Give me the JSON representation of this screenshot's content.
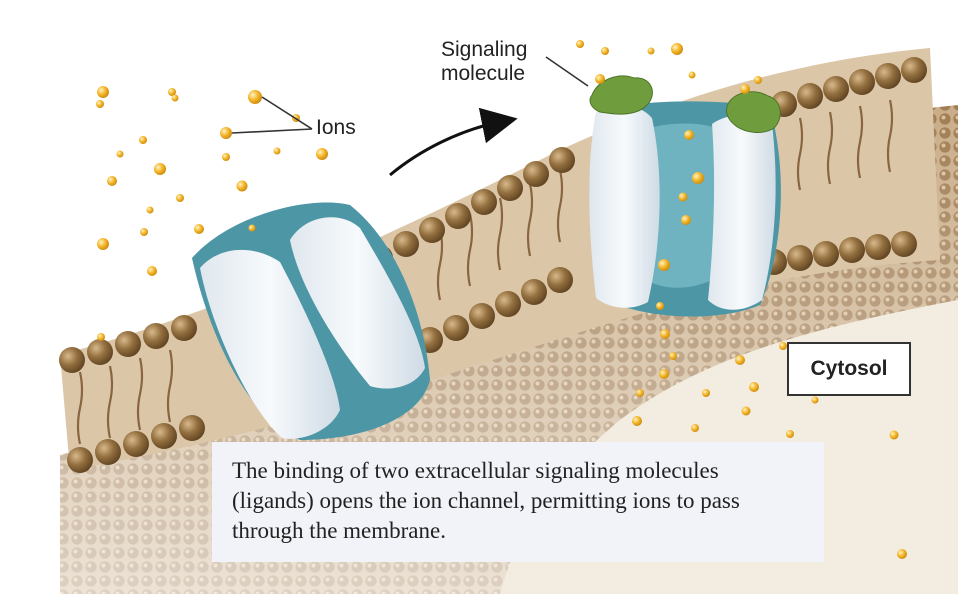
{
  "labels": {
    "signaling_molecule": [
      "Signaling",
      "molecule"
    ],
    "ions": "Ions",
    "cytosol": "Cytosol"
  },
  "caption": "The binding of two extracellular signaling molecules (ligands) opens the ion channel, permitting ions to pass through the membrane.",
  "colors": {
    "lipid_head": "#8c6a45",
    "membrane_body": "#dcc6a8",
    "channel_protein": "#e4edf4",
    "channel_interior": "#4d96a6",
    "ligand": "#6f9d3e",
    "ion": "#f1b21f"
  },
  "states": {
    "left_channel": "closed",
    "right_channel": "open"
  }
}
